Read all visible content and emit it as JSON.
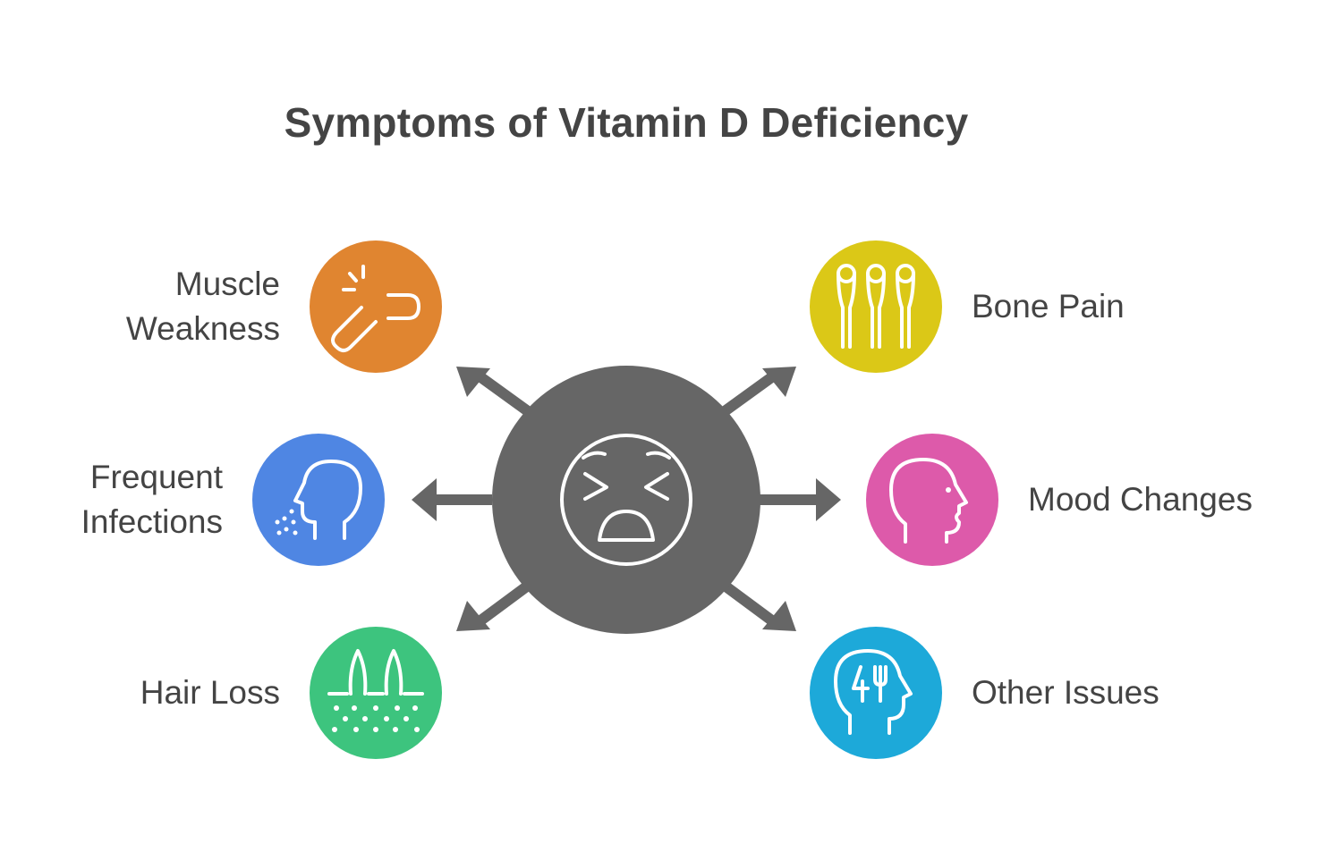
{
  "title": "Symptoms of Vitamin D Deficiency",
  "center": {
    "icon": "tired-face-icon",
    "color": "#666666"
  },
  "symptoms": [
    {
      "label_lines": [
        "Muscle",
        "Weakness"
      ],
      "icon": "broken-link-icon",
      "color": "#E08530"
    },
    {
      "label_lines": [
        "Frequent",
        "Infections"
      ],
      "icon": "sneezing-head-icon",
      "color": "#4F86E3"
    },
    {
      "label_lines": [
        "Hair Loss"
      ],
      "icon": "hair-follicle-icon",
      "color": "#3DC47E"
    },
    {
      "label_lines": [
        "Bone Pain"
      ],
      "icon": "bones-icon",
      "color": "#DBC817"
    },
    {
      "label_lines": [
        "Mood Changes"
      ],
      "icon": "head-profile-icon",
      "color": "#DD5AAA"
    },
    {
      "label_lines": [
        "Other Issues"
      ],
      "icon": "head-fork-icon",
      "color": "#1DA9D9"
    }
  ]
}
